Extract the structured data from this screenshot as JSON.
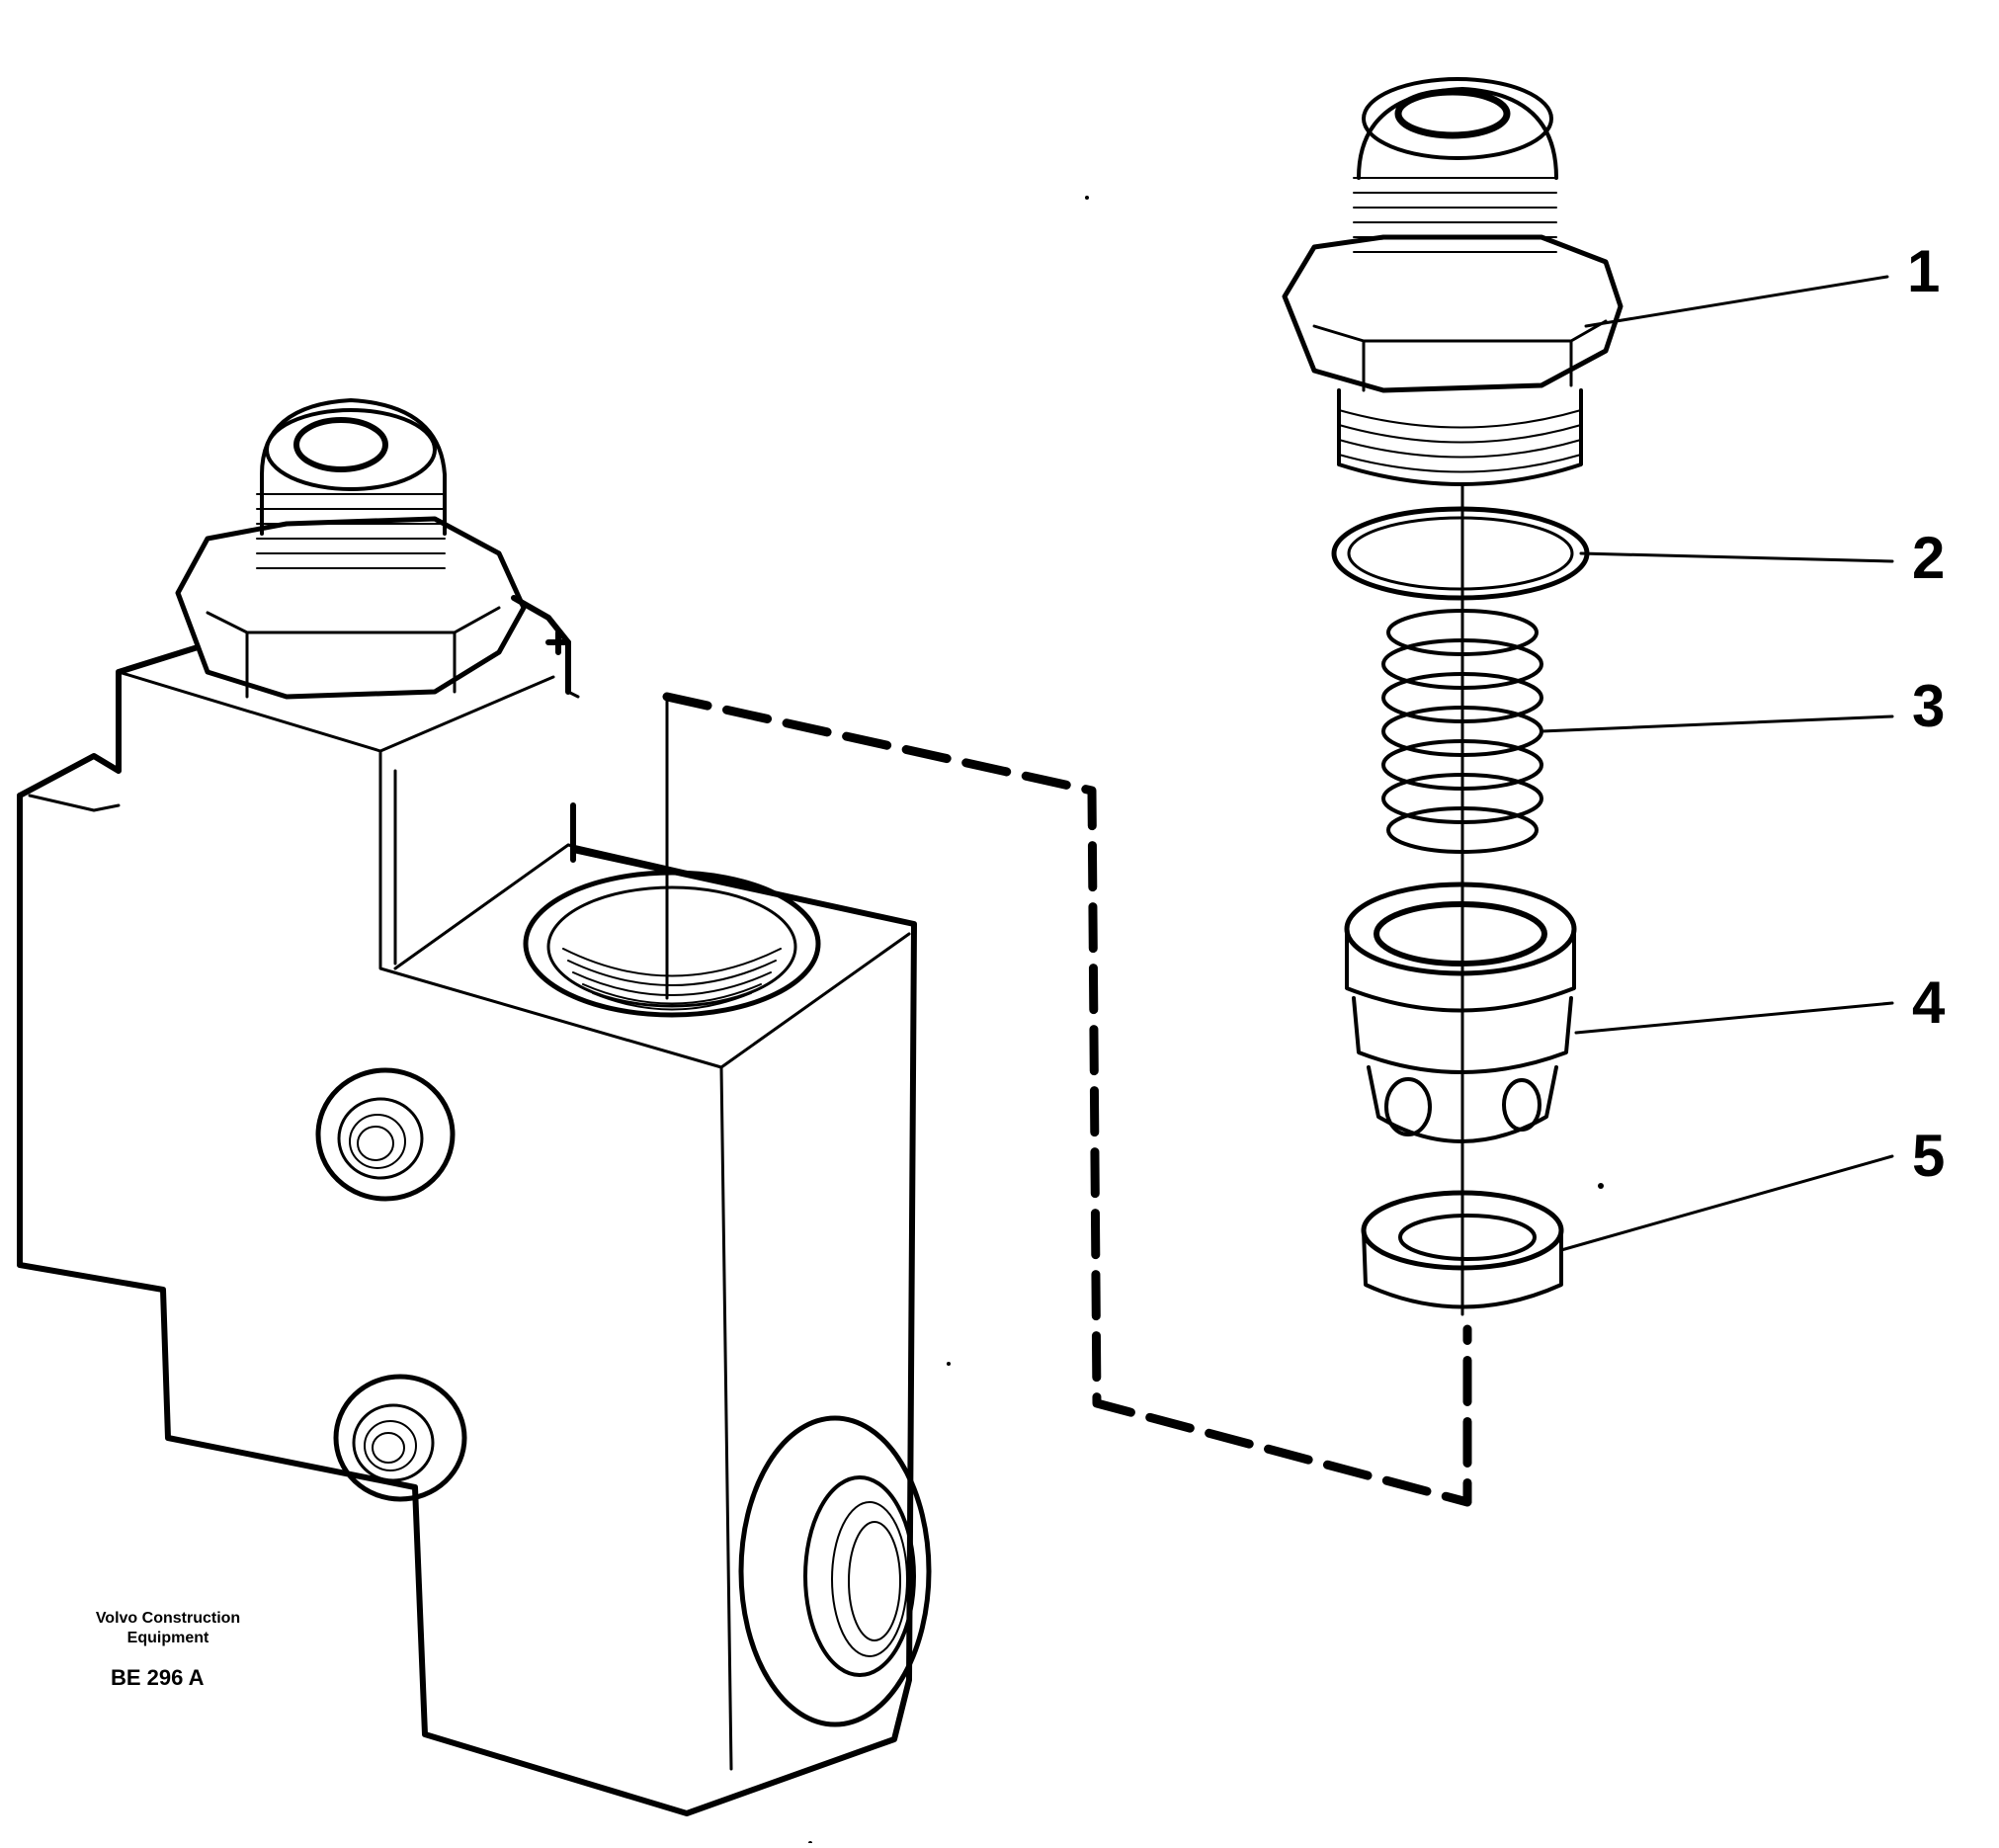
{
  "callouts": [
    {
      "id": "1"
    },
    {
      "id": "2"
    },
    {
      "id": "3"
    },
    {
      "id": "4"
    },
    {
      "id": "5"
    }
  ],
  "credit": {
    "line1": "Volvo Construction",
    "line2": "Equipment"
  },
  "doc_code": "BE 296 A",
  "colors": {
    "ink": "#000000",
    "paper": "#ffffff"
  }
}
